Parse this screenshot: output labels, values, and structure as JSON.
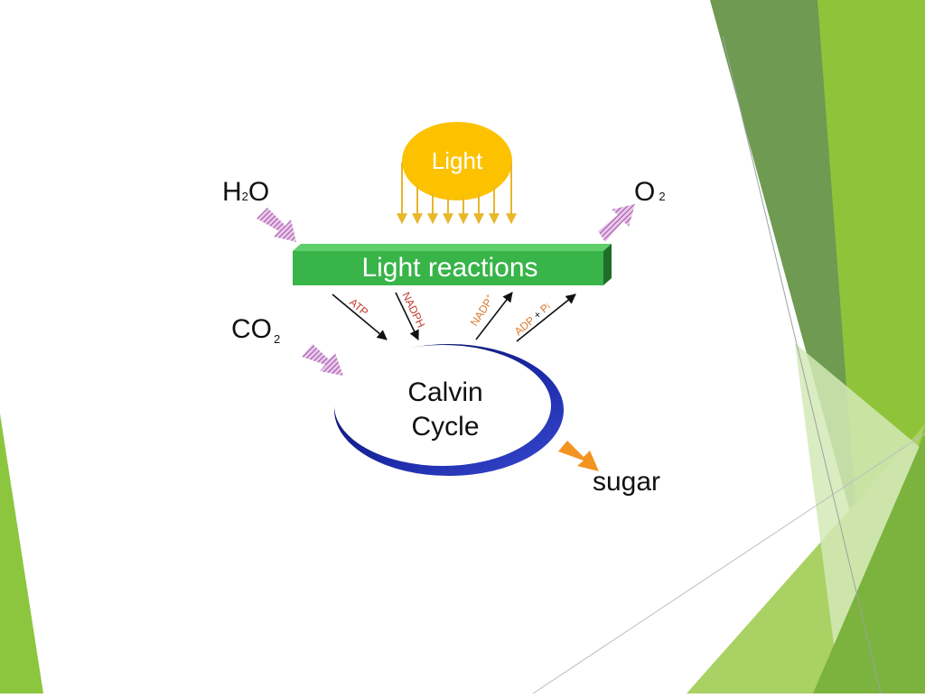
{
  "slide": {
    "colors": {
      "background": "#ffffff",
      "green_dark": "#6b9a4b",
      "green_mid": "#7cb23e",
      "green_bright": "#92c83e",
      "green_light": "#cfe3b0"
    }
  },
  "diagram": {
    "light_label": "Light",
    "light_reactions_label": "Light reactions",
    "calvin_line1": "Calvin",
    "calvin_line2": "Cycle",
    "h2o": {
      "main": "H",
      "sub": "2",
      "end": "O"
    },
    "o2": {
      "main": "O",
      "sub": "2"
    },
    "co2": {
      "main": "CO",
      "sub": "2"
    },
    "sugar_label": "sugar",
    "atp_label": "ATP",
    "nadph_label": "NADPH",
    "nadp_label": "NADP",
    "nadp_sup": "+",
    "adp_label": "ADP",
    "pi_plus": "+",
    "pi_label": "P",
    "pi_sub": "i",
    "colors": {
      "sun": "#fcc200",
      "sun_rays": "#e8b72a",
      "light_reactions_box": "#38b449",
      "light_reactions_box_dark": "#1e6e2a",
      "calvin_ring": "#15188e",
      "input_arrow": "#b06fb4",
      "sugar_arrow": "#f39321",
      "cofactor_label": "#c0392b",
      "cofactor_label_alt": "#d9782c"
    }
  }
}
